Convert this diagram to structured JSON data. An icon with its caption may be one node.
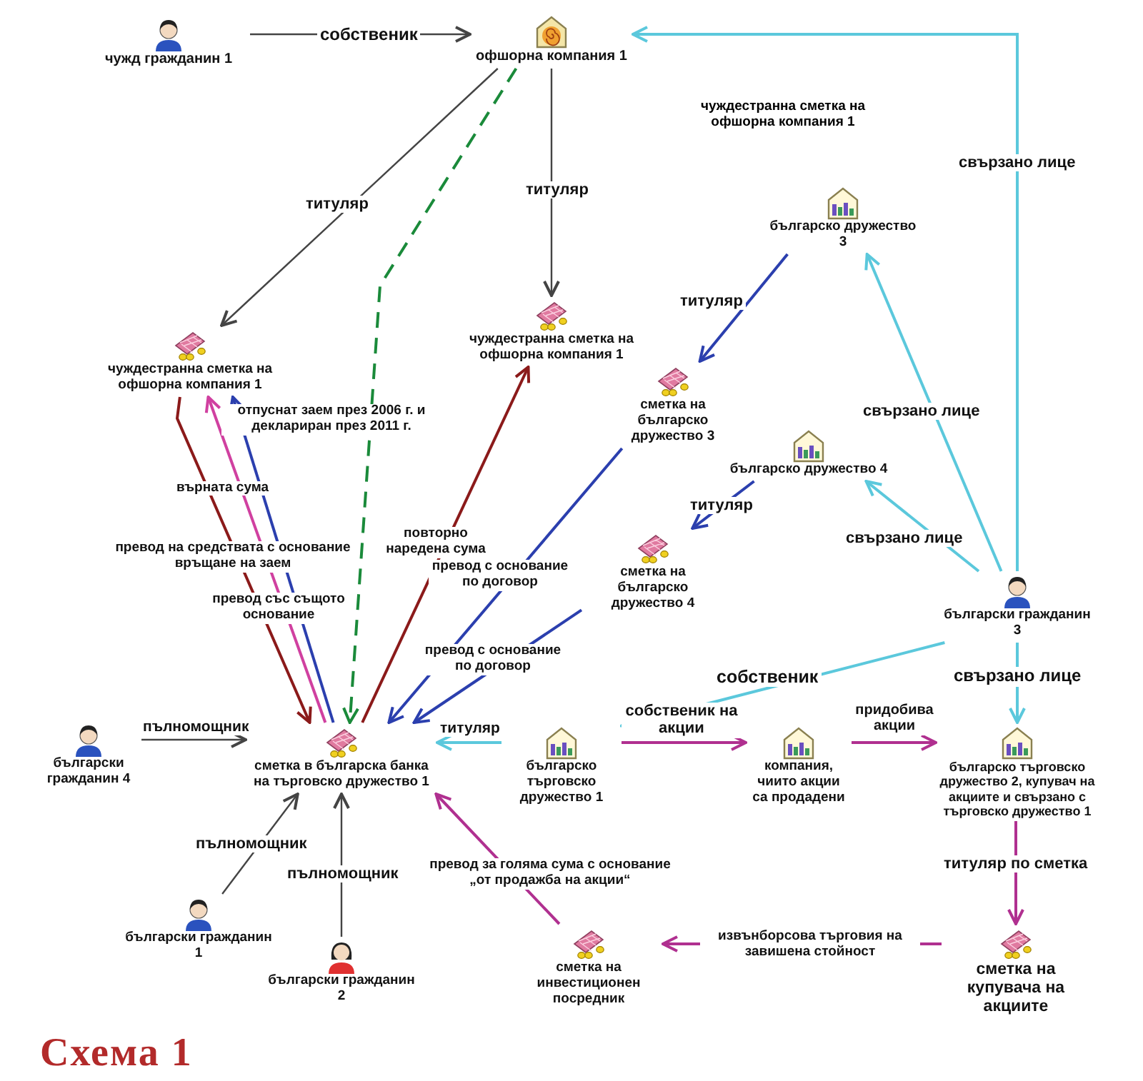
{
  "diagram": {
    "caption": "Схема 1",
    "nodes": [
      {
        "text": [
          "чужд гражданин 1"
        ]
      },
      {
        "text": [
          "офшорна компания 1"
        ]
      },
      {
        "text": [
          "чуждестранна сметка на офшорна компания 1"
        ]
      },
      {
        "text": [
          "чуждестранна сметка на офшорна компания 1"
        ]
      },
      {
        "text": [
          "българско дружество 3"
        ]
      },
      {
        "text": [
          "сметка на българско дружество 3"
        ]
      },
      {
        "text": [
          "българско дружество 4"
        ]
      },
      {
        "text": [
          "сметка на българско дружество 4"
        ]
      },
      {
        "text": [
          "български гражданин 3"
        ]
      },
      {
        "text": [
          "сметка в българска банка на търговско дружество 1"
        ]
      },
      {
        "text": [
          "български гражданин 4"
        ]
      },
      {
        "text": [
          "български гражданин 1"
        ]
      },
      {
        "text": [
          "български гражданин 2"
        ]
      },
      {
        "text": [
          "българско търговско дружество 1"
        ]
      },
      {
        "text": [
          "компания, чиито акции са продадени"
        ]
      },
      {
        "text": [
          "българско търговско дружество 2, купувач на акциите и свързано с търговско дружество 1"
        ]
      },
      {
        "text": [
          "сметка на купувача на акциите"
        ]
      },
      {
        "text": [
          "сметка на инвестиционен посредник"
        ]
      }
    ],
    "edges": [
      {
        "from": 0,
        "to": 1,
        "arrow": "to",
        "label": "собственик"
      },
      {
        "from": 1,
        "to": 2,
        "arrow": "to",
        "label": "титуляр"
      },
      {
        "from": 1,
        "to": 3,
        "arrow": "to",
        "label": "титуляр"
      },
      {
        "from": 1,
        "to": 9,
        "arrow": "to",
        "label": "отпуснат заем през 2006 г. и деклариран през 2011 г.",
        "style": "dashed",
        "color": "#1a8a3a"
      },
      {
        "from": 8,
        "to": 1,
        "arrow": "to",
        "label": "свързано лице",
        "color": "#5bc8dc"
      },
      {
        "from": 8,
        "to": 4,
        "arrow": "to",
        "label": "свързано лице",
        "color": "#5bc8dc"
      },
      {
        "from": 8,
        "to": 6,
        "arrow": "to",
        "label": "свързано лице",
        "color": "#5bc8dc"
      },
      {
        "from": 8,
        "to": 13,
        "arrow": "to",
        "label": "собственик",
        "color": "#5bc8dc"
      },
      {
        "from": 8,
        "to": 15,
        "arrow": "to",
        "label": "свързано лице",
        "color": "#5bc8dc"
      },
      {
        "from": 4,
        "to": 5,
        "arrow": "to",
        "label": "титуляр",
        "color": "#2b3fae"
      },
      {
        "from": 6,
        "to": 7,
        "arrow": "to",
        "label": "титуляр",
        "color": "#2b3fae"
      },
      {
        "from": 5,
        "to": 9,
        "arrow": "to",
        "label": "превод с основание по договор",
        "color": "#2b3fae"
      },
      {
        "from": 7,
        "to": 9,
        "arrow": "to",
        "label": "превод с основание по договор",
        "color": "#2b3fae"
      },
      {
        "from": 9,
        "to": 3,
        "arrow": "to",
        "label": "повторно наредена сума",
        "color": "#8b1a1a"
      },
      {
        "from": 2,
        "to": 9,
        "arrow": "to",
        "label": "превод на средствата с основание връщане на заем",
        "color": "#8b1a1a"
      },
      {
        "from": 9,
        "to": 2,
        "arrow": "to",
        "label": "върната сума",
        "color": "#d040a0"
      },
      {
        "from": 9,
        "to": 2,
        "arrow": "to",
        "label": "превод със същото основание",
        "color": "#2b3fae"
      },
      {
        "from": 10,
        "to": 9,
        "arrow": "to",
        "label": "пълномощник"
      },
      {
        "from": 11,
        "to": 9,
        "arrow": "to",
        "label": "пълномощник"
      },
      {
        "from": 12,
        "to": 9,
        "arrow": "to",
        "label": "пълномощник"
      },
      {
        "from": 13,
        "to": 9,
        "arrow": "to",
        "label": "титуляр",
        "color": "#5bc8dc"
      },
      {
        "from": 13,
        "to": 14,
        "arrow": "to",
        "label": "собственик на акции",
        "color": "#b03090"
      },
      {
        "from": 14,
        "to": 15,
        "arrow": "to",
        "label": "придобива акции",
        "color": "#b03090"
      },
      {
        "from": 15,
        "to": 16,
        "arrow": "to",
        "label": "титуляр по сметка",
        "color": "#b03090"
      },
      {
        "from": 16,
        "to": 17,
        "arrow": "to",
        "label": "извънборсова търговия на завишена стойност",
        "color": "#b03090"
      },
      {
        "from": 17,
        "to": 9,
        "arrow": "to",
        "label": "превод за голяма сума с основание „от продажба на акции“",
        "color": "#b03090"
      }
    ],
    "labels": [
      "чуждестранна сметка на офшорна компания 1"
    ]
  }
}
